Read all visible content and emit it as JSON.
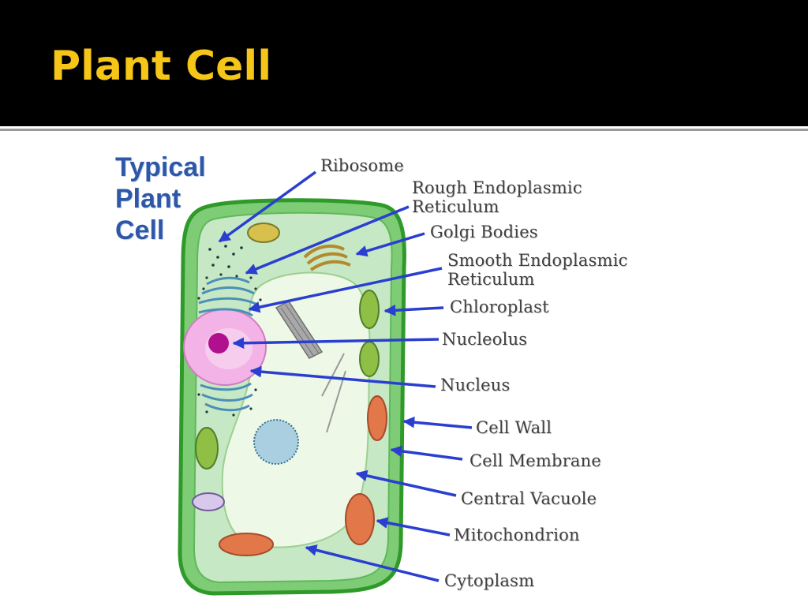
{
  "slide": {
    "title": "Plant Cell"
  },
  "diagram": {
    "title_lines": [
      "Typical",
      "Plant",
      "Cell"
    ],
    "labels": [
      {
        "id": "ribosome",
        "lines": [
          "Ribosome"
        ]
      },
      {
        "id": "rough-er",
        "lines": [
          "Rough Endoplasmic",
          "Reticulum"
        ]
      },
      {
        "id": "golgi",
        "lines": [
          "Golgi Bodies"
        ]
      },
      {
        "id": "smooth-er",
        "lines": [
          "Smooth Endoplasmic",
          "Reticulum"
        ]
      },
      {
        "id": "chloroplast",
        "lines": [
          "Chloroplast"
        ]
      },
      {
        "id": "nucleolus",
        "lines": [
          "Nucleolus"
        ]
      },
      {
        "id": "nucleus",
        "lines": [
          "Nucleus"
        ]
      },
      {
        "id": "cell-wall",
        "lines": [
          "Cell Wall"
        ]
      },
      {
        "id": "cell-membrane",
        "lines": [
          "Cell Membrane"
        ]
      },
      {
        "id": "central-vacuole",
        "lines": [
          "Central Vacuole"
        ]
      },
      {
        "id": "mitochondrion",
        "lines": [
          "Mitochondrion"
        ]
      },
      {
        "id": "cytoplasm",
        "lines": [
          "Cytoplasm"
        ]
      }
    ]
  },
  "colors": {
    "header_bg": "#000000",
    "title_text": "#f5c518",
    "header_rule": "#9a9a9a",
    "cell_title": "#2f57a8",
    "arrow": "#2a3fd0",
    "cell_wall": "#3aa833",
    "cytoplasm": "#bfe6bf",
    "vacuole": "#eef8e6",
    "nucleus": "#ee8fdc",
    "nucleolus": "#b0108e"
  }
}
